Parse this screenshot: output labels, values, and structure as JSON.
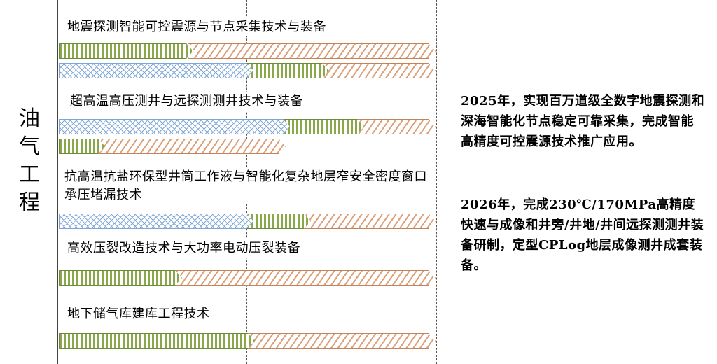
{
  "category_label": "油气工程",
  "items": [
    {
      "title": "地震探测智能可控震源与节点采集技术与装备"
    },
    {
      "title": "超高温高压测井与远探测测井技术与装备"
    },
    {
      "title": "抗高温抗盐环保型井筒工作液与智能化复杂地层窄安全密度窗口承压堵漏技术"
    },
    {
      "title": "高效压裂改造技术与大功率电动压裂装备"
    },
    {
      "title": "地下储气库建库工程技术"
    }
  ],
  "bar_legend_colors": {
    "basic_research": "#7ea6d6",
    "tech_development": "#8aa84b",
    "application": "#d9a07a"
  },
  "goals": {
    "goal_2025": "2025年，实现百万道级全数字地震探测和深海智能化节点稳定可靠采集，完成智能高精度可控震源技术推广应用。",
    "goal_2026": "2026年，完成230℃/170MPa高精度快速与成像和井旁/井地/井间远探测测井装备研制，定型CPLog地层成像测井成套装备。"
  }
}
